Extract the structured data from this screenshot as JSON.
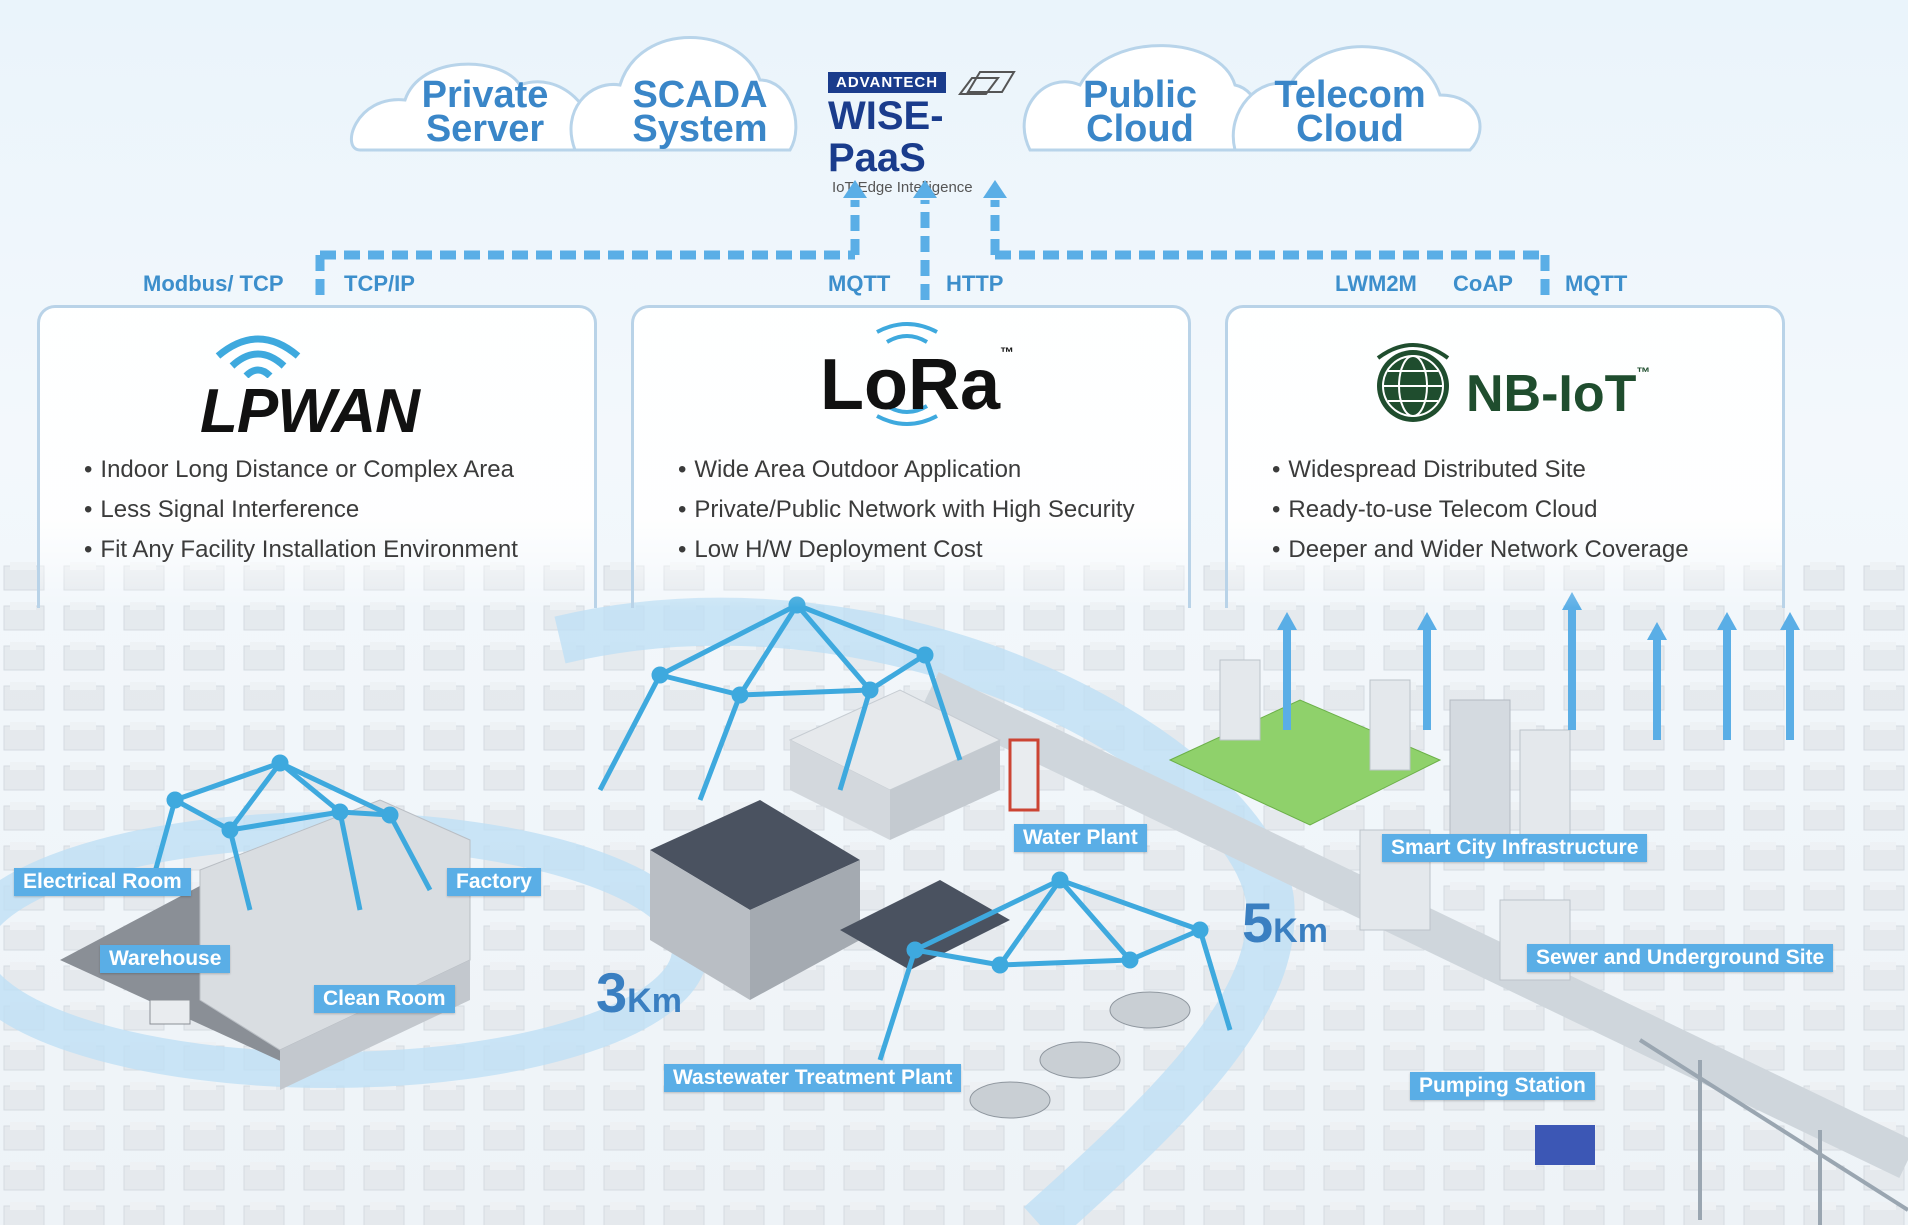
{
  "clouds": [
    {
      "label": "Private\nServer"
    },
    {
      "label": "SCADA\nSystem"
    },
    {
      "label": "Public\nCloud"
    },
    {
      "label": "Telecom\nCloud"
    }
  ],
  "brand": {
    "company": "ADVANTECH",
    "product": "WISE-PaaS",
    "tagline": "IoT Edge Intelligence"
  },
  "protocols": {
    "left": [
      "Modbus/ TCP",
      "TCP/IP"
    ],
    "center": [
      "MQTT",
      "HTTP"
    ],
    "right": [
      "LWM2M",
      "CoAP",
      "MQTT"
    ]
  },
  "panels": [
    {
      "logo": "LPWAN",
      "tm": "",
      "bullets": [
        "Indoor Long Distance or Complex Area",
        "Less Signal Interference",
        "Fit Any Facility Installation Environment"
      ]
    },
    {
      "logo": "LoRa",
      "tm": "™",
      "bullets": [
        "Wide Area Outdoor Application",
        "Private/Public Network with High Security",
        "Low H/W Deployment Cost"
      ]
    },
    {
      "logo": "NB-IoT",
      "tm": "™",
      "bullets": [
        "Widespread Distributed Site",
        "Ready-to-use Telecom Cloud",
        "Deeper and Wider Network Coverage"
      ]
    }
  ],
  "locations": {
    "electrical_room": "Electrical Room",
    "factory": "Factory",
    "warehouse": "Warehouse",
    "clean_room": "Clean Room",
    "water_plant": "Water Plant",
    "wastewater": "Wastewater Treatment Plant",
    "smart_city": "Smart City Infrastructure",
    "sewer": "Sewer and Underground Site",
    "pumping": "Pumping Station"
  },
  "distances": [
    {
      "num": "3",
      "unit": "Km"
    },
    {
      "num": "5",
      "unit": "Km"
    }
  ],
  "colors": {
    "accent": "#5aaee6",
    "dashed": "#5aaee6",
    "text_blue": "#3a86c8",
    "dark_green": "#1f4d2e"
  }
}
